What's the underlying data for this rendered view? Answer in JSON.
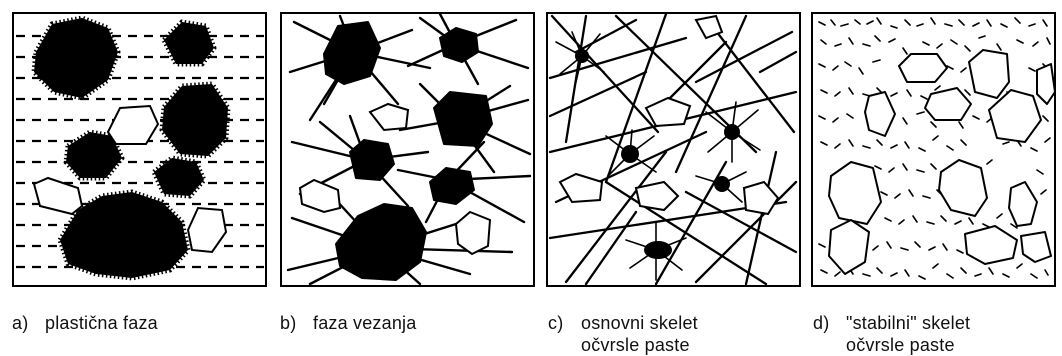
{
  "panels": [
    {
      "id": "a",
      "tag": "a)",
      "caption": [
        "plastična faza"
      ]
    },
    {
      "id": "b",
      "tag": "b)",
      "caption": [
        "faza vezanja"
      ]
    },
    {
      "id": "c",
      "tag": "c)",
      "caption": [
        "osnovni skelet",
        "očvrsle paste"
      ]
    },
    {
      "id": "d",
      "tag": "d)",
      "caption": [
        "\"stabilni\" skelet",
        "očvrsle paste"
      ]
    }
  ],
  "colors": {
    "ink": "#000000",
    "paper": "#ffffff"
  }
}
